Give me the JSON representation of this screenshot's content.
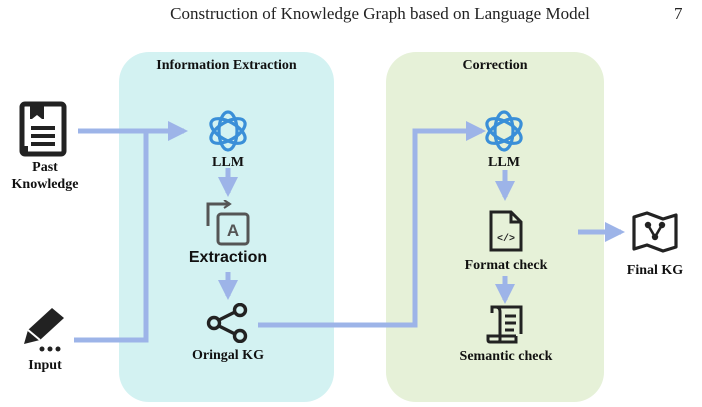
{
  "header": {
    "title": "Construction of Knowledge Graph based on Language Model",
    "page_number": "7"
  },
  "inputs": {
    "past_knowledge_line1": "Past",
    "past_knowledge_line2": "Knowledge",
    "input": "Input"
  },
  "information_extraction": {
    "title": "Information Extraction",
    "llm": "LLM",
    "extraction": "Extraction",
    "extraction_icon_letter": "A",
    "original_kg": "Oringal KG"
  },
  "correction": {
    "title": "Correction",
    "llm": "LLM",
    "format_check": "Format check",
    "format_icon_text": "</>",
    "semantic_check": "Semantic check"
  },
  "output": {
    "final_kg": "Final KG"
  },
  "colors": {
    "arrow": "#9db4e8",
    "panel_ie": "#d3f2f2",
    "panel_correction": "#e6f1d8",
    "llm_icon": "#3a8fd8",
    "icon_dark": "#222222"
  }
}
